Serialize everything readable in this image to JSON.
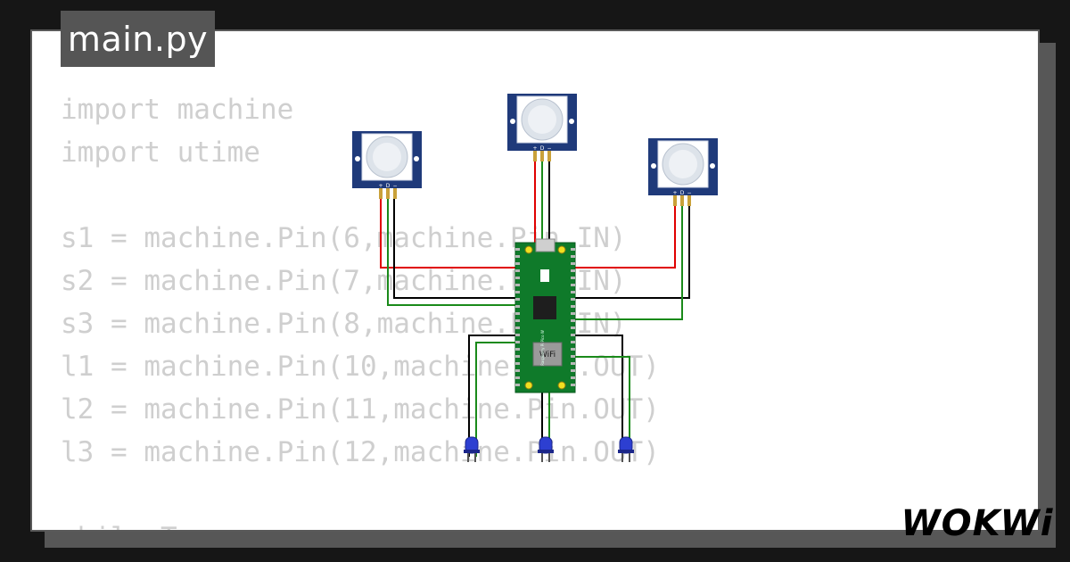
{
  "file_tab": {
    "label": "main.py"
  },
  "code_lines": [
    "import machine",
    "import utime",
    "",
    "s1 = machine.Pin(6,machine.Pin.IN)",
    "s2 = machine.Pin(7,machine.Pin.IN)",
    "s3 = machine.Pin(8,machine.Pin.IN)",
    "l1 = machine.Pin(10,machine.Pin.OUT)",
    "l2 = machine.Pin(11,machine.Pin.OUT)",
    "l3 = machine.Pin(12,machine.Pin.OUT)",
    "",
    "while True:"
  ],
  "sensor_pin_labels": {
    "plus": "+",
    "data": "D",
    "minus": "−"
  },
  "board": {
    "chip_label": "WiFi",
    "model_label": "Raspberry Pi Pico W"
  },
  "brand": {
    "logo_text": "WOKWi"
  },
  "colors": {
    "background": "#161616",
    "card": "#ffffff",
    "tab": "#555555",
    "code_text": "#cfcfcf",
    "wire_red": "#e00000",
    "wire_black": "#000000",
    "wire_green": "#1a8a1a",
    "pir_board": "#1f3a7a",
    "pico_board": "#0f7a2a",
    "led": "#2d3fd1"
  },
  "icons": {
    "sensor": "pir-sensor-icon",
    "led": "blue-led-icon",
    "mcu": "pico-board-icon"
  }
}
